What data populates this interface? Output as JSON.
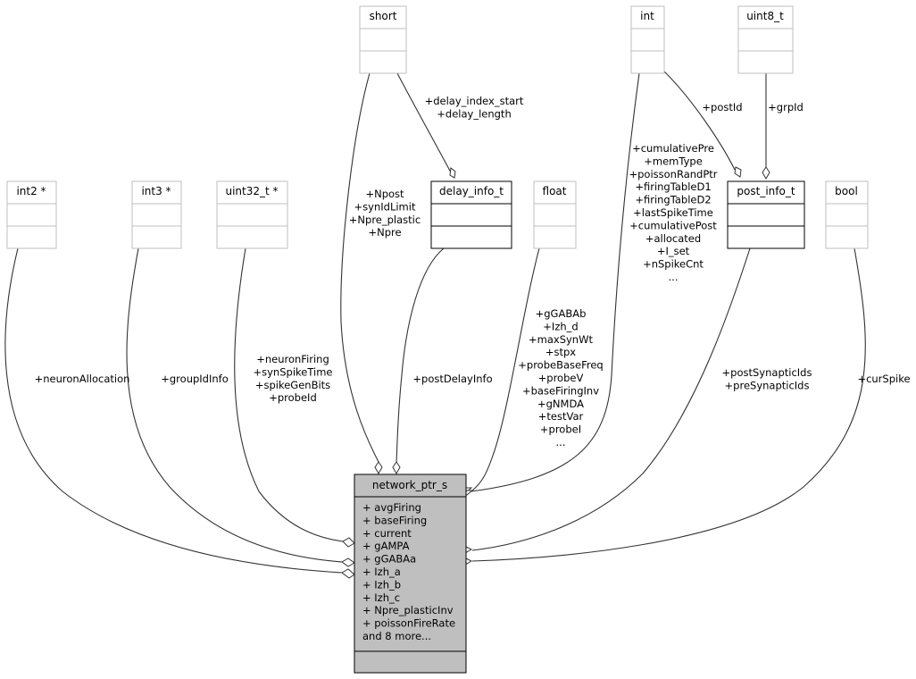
{
  "nodes": {
    "short": "short",
    "int": "int",
    "uint8_t": "uint8_t",
    "int2": "int2 *",
    "int3": "int3 *",
    "uint32": "uint32_t *",
    "delay_info": "delay_info_t",
    "float": "float",
    "post_info": "post_info_t",
    "bool": "bool",
    "main": "network_ptr_s"
  },
  "main_attrs": [
    "+ avgFiring",
    "+ baseFiring",
    "+ current",
    "+ gAMPA",
    "+ gGABAa",
    "+ Izh_a",
    "+ Izh_b",
    "+ Izh_c",
    "+ Npre_plasticInv",
    "+ poissonFireRate",
    "and 8 more..."
  ],
  "edge_labels": {
    "short_main": [
      "+Npost",
      "+synIdLimit",
      "+Npre_plastic",
      "+Npre"
    ],
    "short_delay": [
      "+delay_index_start",
      "+delay_length"
    ],
    "int_post": [
      "+postId"
    ],
    "uint8_post": [
      "+grpId"
    ],
    "int_main": [
      "+cumulativePre",
      "+memType",
      "+poissonRandPtr",
      "+firingTableD1",
      "+firingTableD2",
      "+lastSpikeTime",
      "+cumulativePost",
      "+allocated",
      "+I_set",
      "+nSpikeCnt",
      "..."
    ],
    "int2_main": [
      "+neuronAllocation"
    ],
    "int3_main": [
      "+groupIdInfo"
    ],
    "uint32_main": [
      "+neuronFiring",
      "+synSpikeTime",
      "+spikeGenBits",
      "+probeId"
    ],
    "delay_main": [
      "+postDelayInfo"
    ],
    "float_main": [
      "+gGABAb",
      "+Izh_d",
      "+maxSynWt",
      "+stpx",
      "+probeBaseFreq",
      "+probeV",
      "+baseFiringInv",
      "+gNMDA",
      "+testVar",
      "+probeI",
      "..."
    ],
    "post_main": [
      "+postSynapticIds",
      "+preSynapticIds"
    ],
    "bool_main": [
      "+curSpike"
    ]
  }
}
